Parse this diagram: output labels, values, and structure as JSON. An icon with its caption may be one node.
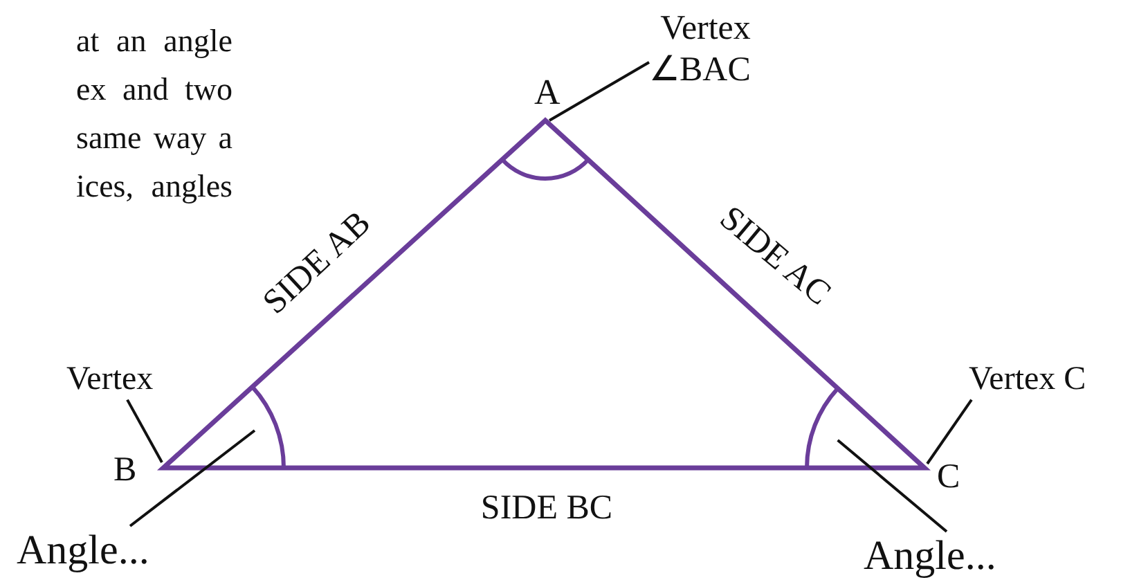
{
  "diagram": {
    "nodes": [
      {
        "text": [
          "Vertex ∠BAC"
        ]
      },
      {
        "text": [
          "Vertex"
        ]
      },
      {
        "text": [
          "Angle..."
        ]
      },
      {
        "text": [
          "Vertex C"
        ]
      },
      {
        "text": [
          "Angle..."
        ]
      },
      {
        "text": [],
        "shape": "arc"
      },
      {
        "text": [],
        "shape": "arc"
      }
    ],
    "edges": [
      {
        "from": 0,
        "to": null,
        "arrow": "none"
      },
      {
        "from": 1,
        "to": null,
        "arrow": "none"
      },
      {
        "from": 2,
        "to": 5,
        "arrow": "none"
      },
      {
        "from": 3,
        "to": null,
        "arrow": "none"
      },
      {
        "from": 4,
        "to": 6,
        "arrow": "none"
      }
    ],
    "labels": [
      "at an angle ex and two same way a ices, angles",
      "A",
      "SIDE AB",
      "SIDE AC",
      "B",
      "C",
      "SIDE BC"
    ]
  }
}
